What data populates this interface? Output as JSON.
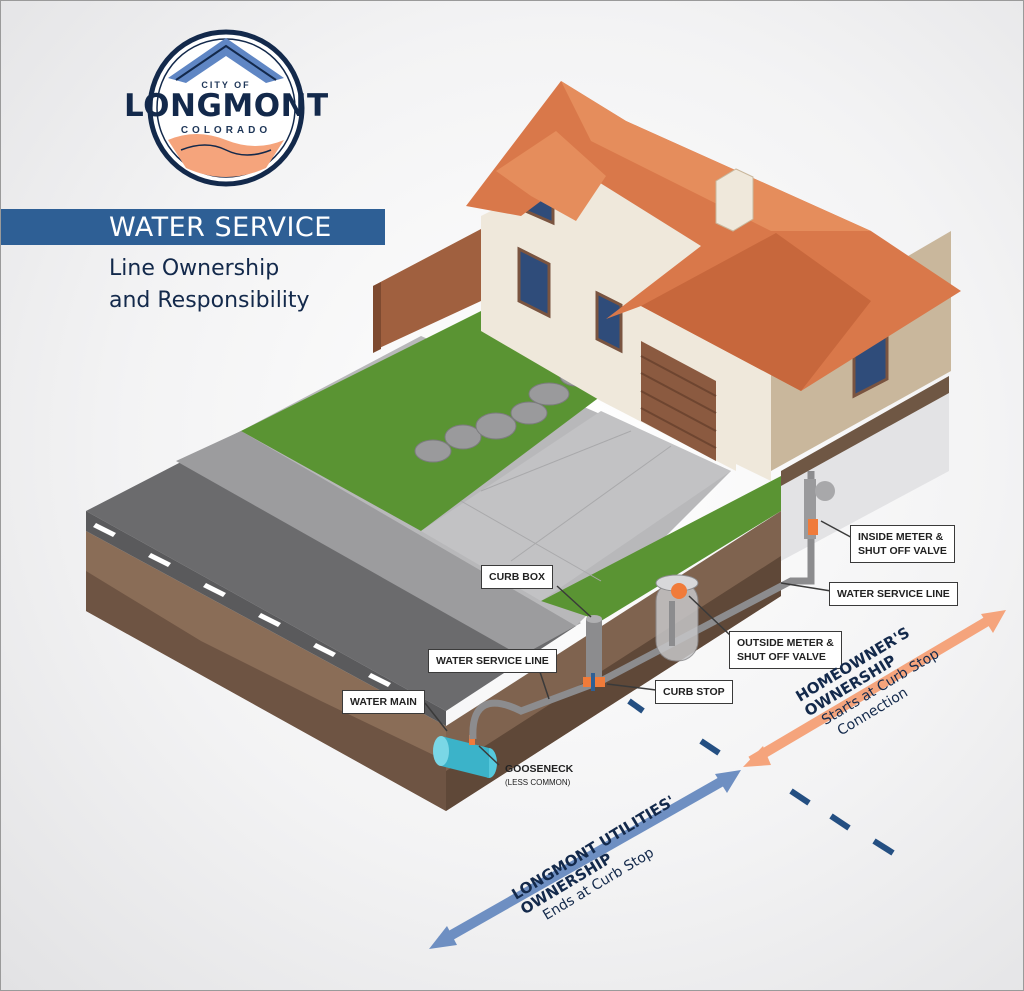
{
  "logo": {
    "city": "CITY OF",
    "name": "LONGMONT",
    "state": "COLORADO"
  },
  "title": "WATER SERVICE",
  "subtitle": [
    "Line Ownership",
    "and Responsibility"
  ],
  "callouts": {
    "inside_meter": [
      "INSIDE METER &",
      "SHUT OFF VALVE"
    ],
    "water_service_line_right": "WATER SERVICE LINE",
    "curb_box": "CURB BOX",
    "outside_meter": [
      "OUTSIDE METER &",
      "SHUT OFF VALVE"
    ],
    "water_service_line_left": "WATER SERVICE LINE",
    "curb_stop": "CURB STOP",
    "water_main": "WATER MAIN",
    "gooseneck": "GOOSENECK",
    "gooseneck_note": "(LESS COMMON)"
  },
  "homeowner": {
    "heading": [
      "HOMEOWNER'S",
      "OWNERSHIP"
    ],
    "sub": [
      "Starts at Curb Stop",
      "Connection"
    ]
  },
  "utilities": {
    "heading": [
      "LONGMONT UTILITIES'",
      "OWNERSHIP"
    ],
    "sub": [
      "Ends at Curb Stop"
    ]
  },
  "colors": {
    "brand_blue": "#2e5f95",
    "navy": "#13294b",
    "orange": "#f5a47c",
    "arrow_blue": "#6e8fc2",
    "roof": "#d9784a",
    "grass": "#5a9433"
  }
}
